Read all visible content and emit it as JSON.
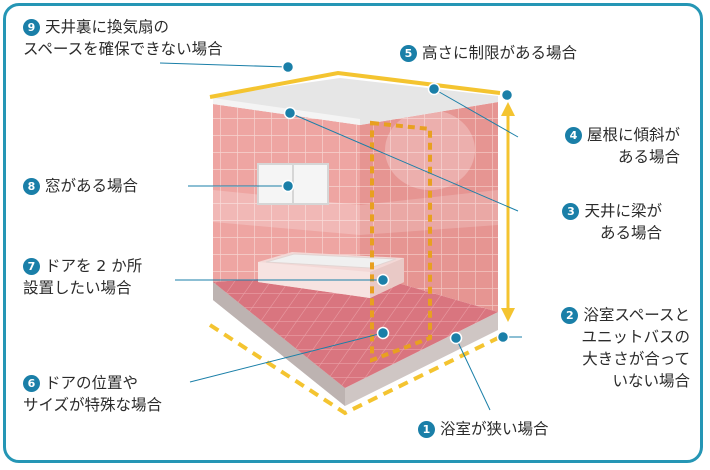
{
  "callouts": [
    {
      "num": "1",
      "lines": [
        "浴室が狭い場合"
      ]
    },
    {
      "num": "2",
      "lines": [
        "浴室スペースと",
        "ユニットバスの",
        "大きさが合って",
        "いない場合"
      ]
    },
    {
      "num": "3",
      "lines": [
        "天井に梁が",
        "ある場合"
      ]
    },
    {
      "num": "4",
      "lines": [
        "屋根に傾斜が",
        "ある場合"
      ]
    },
    {
      "num": "5",
      "lines": [
        "高さに制限がある場合"
      ]
    },
    {
      "num": "6",
      "lines": [
        "ドアの位置や",
        "サイズが特殊な場合"
      ]
    },
    {
      "num": "7",
      "lines": [
        "ドアを 2 か所",
        "設置したい場合"
      ]
    },
    {
      "num": "8",
      "lines": [
        "窓がある場合"
      ]
    },
    {
      "num": "9",
      "lines": [
        "天井裏に換気扇の",
        "スペースを確保できない場合"
      ]
    }
  ],
  "colors": {
    "accent": "#1a7fa8",
    "frame": "#2596b5",
    "yellow": "#f4c430",
    "orange_dash": "#e8a020",
    "tile_wall": "#eca1a0",
    "tile_floor": "#d97a82"
  }
}
